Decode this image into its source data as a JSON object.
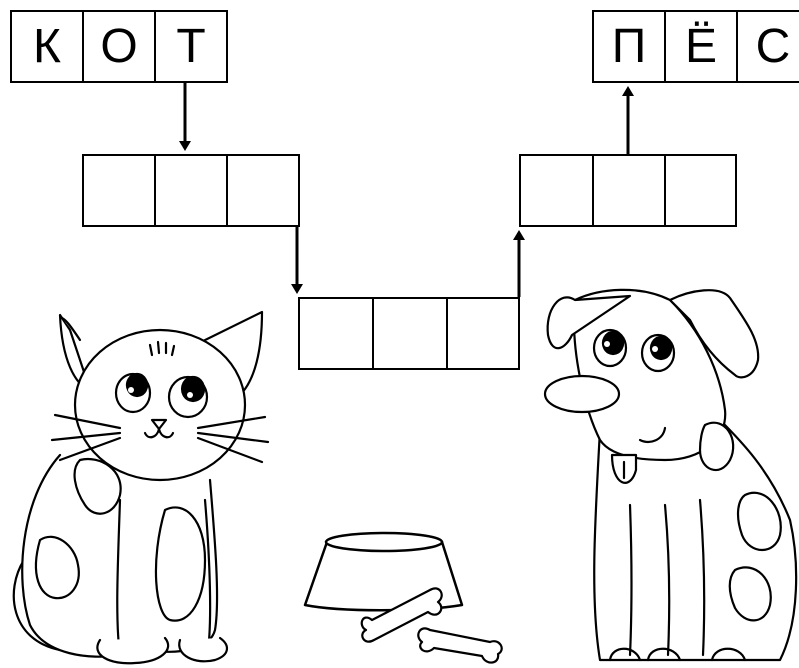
{
  "puzzle": {
    "start_word": [
      "К",
      "О",
      "Т"
    ],
    "end_word": [
      "П",
      "Ё",
      "С"
    ],
    "step1": [
      "",
      "",
      ""
    ],
    "step2": [
      "",
      "",
      ""
    ],
    "step3": [
      "",
      "",
      ""
    ]
  },
  "illustrations": {
    "left": "cat-icon",
    "right": "dog-icon",
    "center": [
      "bowl-icon",
      "bone-icon",
      "bone-icon"
    ]
  },
  "colors": {
    "ink": "#000000",
    "paper": "#ffffff"
  }
}
